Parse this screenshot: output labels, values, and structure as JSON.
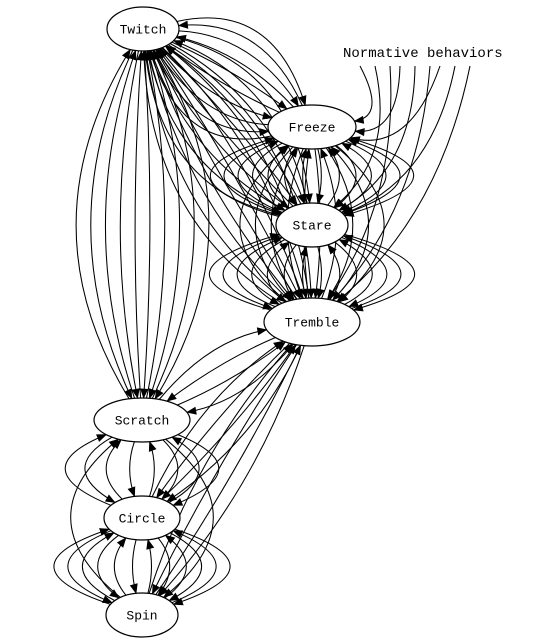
{
  "title": "Normative behaviors",
  "nodes": [
    {
      "id": "twitch",
      "label": "Twitch"
    },
    {
      "id": "freeze",
      "label": "Freeze"
    },
    {
      "id": "stare",
      "label": "Stare"
    },
    {
      "id": "tremble",
      "label": "Tremble"
    },
    {
      "id": "scratch",
      "label": "Scratch"
    },
    {
      "id": "circle",
      "label": "Circle"
    },
    {
      "id": "spin",
      "label": "Spin"
    }
  ],
  "edges": [
    {
      "from": "twitch",
      "to": "freeze",
      "count": 10
    },
    {
      "from": "twitch",
      "to": "stare",
      "count": 10
    },
    {
      "from": "twitch",
      "to": "tremble",
      "count": 10
    },
    {
      "from": "twitch",
      "to": "scratch",
      "count": 10
    },
    {
      "from": "freeze",
      "to": "stare",
      "count": 14
    },
    {
      "from": "freeze",
      "to": "tremble",
      "count": 10
    },
    {
      "from": "stare",
      "to": "tremble",
      "count": 14
    },
    {
      "from": "tremble",
      "to": "scratch",
      "count": 4
    },
    {
      "from": "tremble",
      "to": "circle",
      "count": 4
    },
    {
      "from": "tremble",
      "to": "spin",
      "count": 4
    },
    {
      "from": "scratch",
      "to": "circle",
      "count": 8
    },
    {
      "from": "circle",
      "to": "spin",
      "count": 12
    },
    {
      "from": "scratch",
      "to": "spin",
      "count": 2
    },
    {
      "from": "title",
      "to": "freeze",
      "count": 3
    },
    {
      "from": "title",
      "to": "stare",
      "count": 3
    },
    {
      "from": "title",
      "to": "tremble",
      "count": 3
    }
  ]
}
